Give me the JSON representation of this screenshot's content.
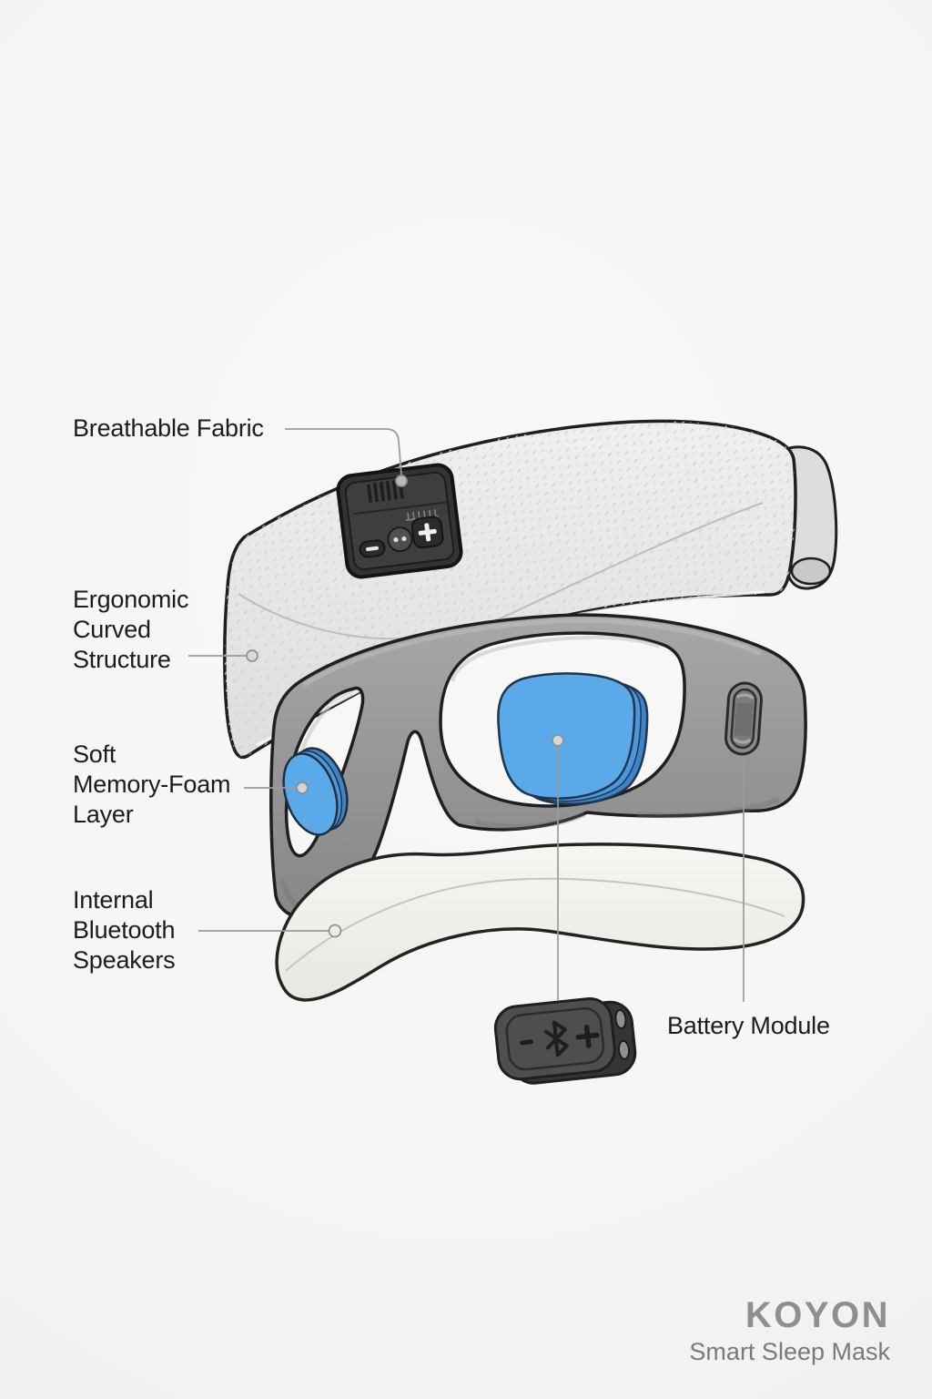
{
  "product": {
    "brand": "KOYON",
    "tagline": "Smart Sleep Mask"
  },
  "callouts": [
    {
      "id": "breathable-fabric",
      "lines": [
        "Breathable Fabric"
      ]
    },
    {
      "id": "ergonomic-curved-structure",
      "lines": [
        "Ergonomic",
        "Curved",
        "Structure"
      ]
    },
    {
      "id": "soft-memory-foam-layer",
      "lines": [
        "Soft",
        "Memory-Foam",
        "Layer"
      ]
    },
    {
      "id": "internal-bluetooth-speakers",
      "lines": [
        "Internal",
        "Bluetooth",
        "Speakers"
      ]
    },
    {
      "id": "battery-module",
      "lines": [
        "Battery Module"
      ]
    }
  ],
  "device_icons": {
    "headband_module_buttons": [
      "minus-icon",
      "power-dots-icon",
      "plus-icon"
    ],
    "battery_pod_buttons": [
      "minus-icon",
      "bluetooth-icon",
      "plus-icon"
    ]
  },
  "colors": {
    "accent_blue": "#5AAAE9",
    "accent_blue_mid": "#4F97DD",
    "accent_blue_dark": "#3D85C6",
    "fabric_gray": "#E9E9E8",
    "fabric_curl": "#DDDDDC",
    "frame_gray": "#979797",
    "cushion_white": "#F3F2EE",
    "module_dark": "#3E3E3E",
    "pod_dark": "#4E4E4E",
    "leader_gray": "#9B9B9B",
    "text_dark": "#1C1C1C",
    "brand_gray": "#8F8F8F",
    "tagline_gray": "#7A7A7A"
  }
}
